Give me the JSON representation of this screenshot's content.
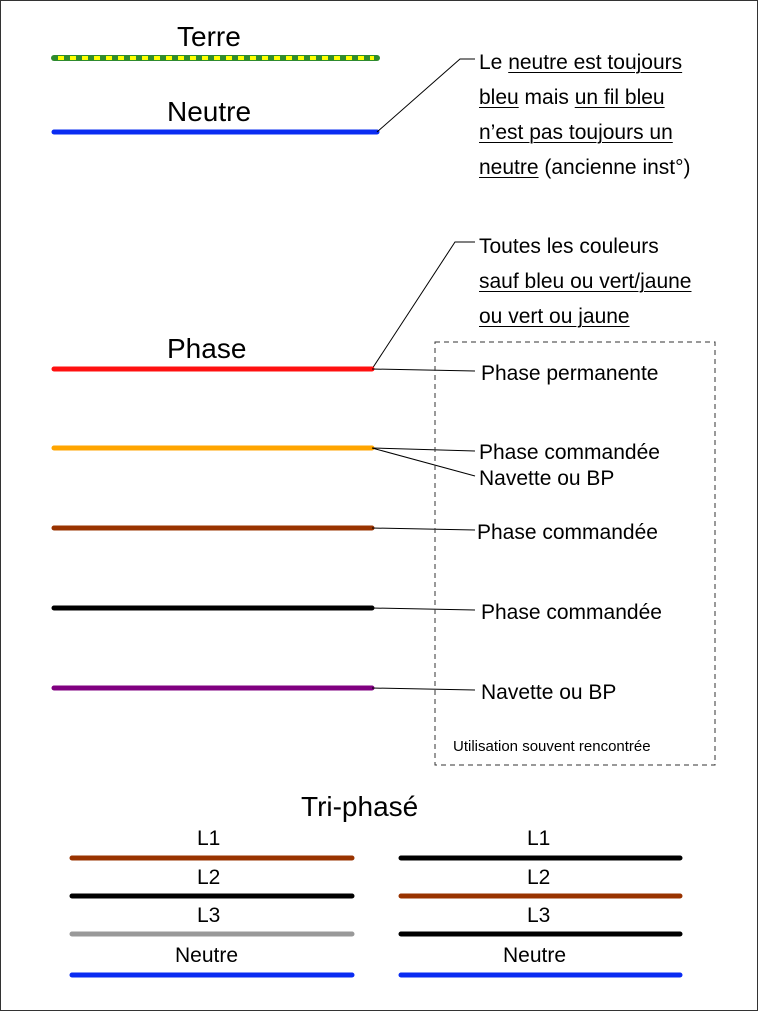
{
  "colors": {
    "earth_green": "#2e8b2e",
    "earth_yellow": "#ffff00",
    "blue": "#0a2cf2",
    "red": "#ff1010",
    "orange": "#ffa500",
    "brown": "#993300",
    "black": "#000000",
    "purple": "#800080",
    "grey": "#999999"
  },
  "wires": {
    "terre_label": "Terre",
    "neutre_label": "Neutre",
    "phase_label": "Phase"
  },
  "neutre_note": {
    "line1": [
      "Le ",
      "neutre est toujours"
    ],
    "line2": [
      "bleu",
      " mais ",
      "un fil bleu"
    ],
    "line3": [
      "n’est pas toujours un"
    ],
    "line4": [
      "neutre",
      " (ancienne inst°)"
    ]
  },
  "phase_note": {
    "line1": "Toutes les couleurs",
    "line2": "sauf bleu ou vert/jaune",
    "line3": "ou vert ou jaune"
  },
  "phase_uses": {
    "red": "Phase permanente",
    "orange_a": "Phase commandée",
    "orange_b": "Navette ou BP",
    "brown": "Phase commandée",
    "black": "Phase commandée",
    "purple": "Navette ou BP",
    "box_caption": "Utilisation souvent rencontrée"
  },
  "triphase": {
    "title": "Tri-phasé",
    "left": [
      "L1",
      "L2",
      "L3",
      "Neutre"
    ],
    "right": [
      "L1",
      "L2",
      "L3",
      "Neutre"
    ]
  }
}
